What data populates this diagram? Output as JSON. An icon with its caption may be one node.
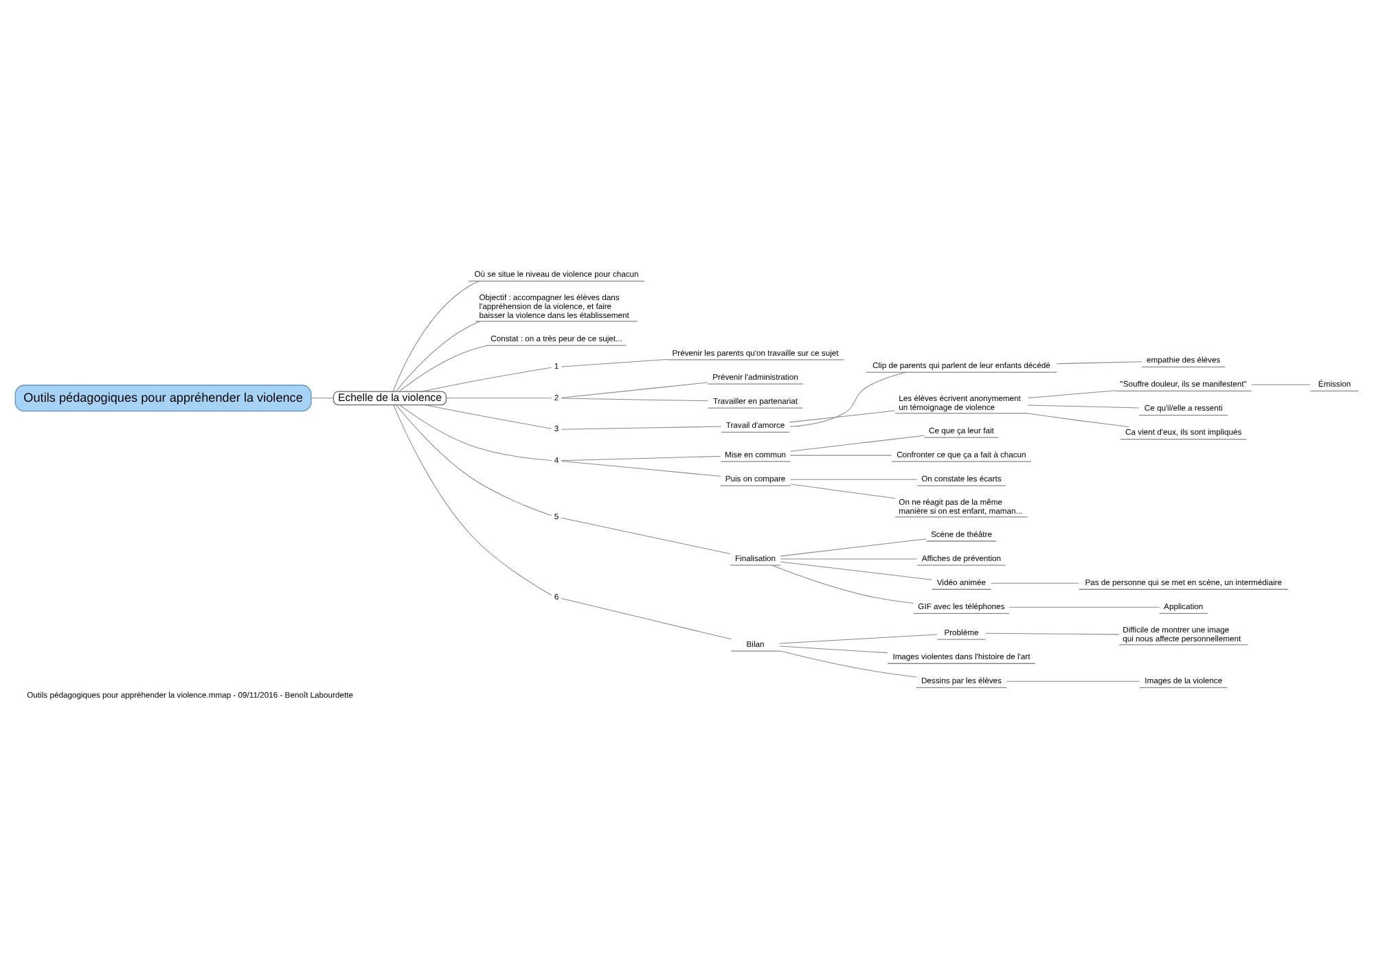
{
  "diagram": {
    "caption": "Outils pédagogiques pour appréhender la violence.mmap - 09/11/2016 - Benoît Labourdette",
    "nodes": [
      {
        "text": [
          "Outils pédagogiques pour appréhender la violence"
        ]
      },
      {
        "text": [
          "Echelle de la violence"
        ]
      },
      {
        "text": [
          "Où se situe le niveau de violence pour chacun"
        ]
      },
      {
        "text": [
          "Objectif : accompagner les élèves dans l'appréhension de la violence, et faire baisser la violence dans les établissement"
        ]
      },
      {
        "text": [
          "Constat : on a très peur de ce sujet..."
        ]
      },
      {
        "text": [
          "1"
        ]
      },
      {
        "text": [
          "Prévenir les parents qu'on travaille sur ce sujet"
        ]
      },
      {
        "text": [
          "2"
        ]
      },
      {
        "text": [
          "Prévenir l'administration"
        ]
      },
      {
        "text": [
          "Travailler en partenariat"
        ]
      },
      {
        "text": [
          "3"
        ]
      },
      {
        "text": [
          "Travail d'amorce"
        ]
      },
      {
        "text": [
          "Clip de parents qui parlent de leur enfants décédé"
        ]
      },
      {
        "text": [
          "empathie des élèves"
        ]
      },
      {
        "text": [
          "Les élèves écrivent anonymement un témoignage de violence"
        ]
      },
      {
        "text": [
          "\"Souffre douleur, ils se manifestent\""
        ]
      },
      {
        "text": [
          "Émission"
        ]
      },
      {
        "text": [
          "Ce qu'il/elle a ressenti"
        ]
      },
      {
        "text": [
          "Ca vient d'eux, ils sont impliqués"
        ]
      },
      {
        "text": [
          "4"
        ]
      },
      {
        "text": [
          "Mise en commun"
        ]
      },
      {
        "text": [
          "Ce que ça leur fait"
        ]
      },
      {
        "text": [
          "Confronter ce que ça a fait à chacun"
        ]
      },
      {
        "text": [
          "Puis on compare"
        ]
      },
      {
        "text": [
          "On constate les écarts"
        ]
      },
      {
        "text": [
          "On ne réagit pas de la même manière si on est enfant, maman..."
        ]
      },
      {
        "text": [
          "5"
        ]
      },
      {
        "text": [
          "Finalisation"
        ]
      },
      {
        "text": [
          "Scène de théâtre"
        ]
      },
      {
        "text": [
          "Affiches de prévention"
        ]
      },
      {
        "text": [
          "Vidéo animée"
        ]
      },
      {
        "text": [
          "Pas de personne qui se met en scène, un intermédiaire"
        ]
      },
      {
        "text": [
          "GIF avec les téléphones"
        ]
      },
      {
        "text": [
          "Application"
        ]
      },
      {
        "text": [
          "6"
        ]
      },
      {
        "text": [
          "Bilan"
        ]
      },
      {
        "text": [
          "Problème"
        ]
      },
      {
        "text": [
          "Difficile de montrer une image qui nous affecte personnellement"
        ]
      },
      {
        "text": [
          "Images violentes dans l'histoire de l'art"
        ]
      },
      {
        "text": [
          "Dessins par les élèves"
        ]
      },
      {
        "text": [
          "Images de la violence"
        ]
      }
    ],
    "edges": [
      {
        "from": 0,
        "to": 1,
        "arrow": "none"
      },
      {
        "from": 1,
        "to": 2,
        "arrow": "none"
      },
      {
        "from": 1,
        "to": 3,
        "arrow": "none"
      },
      {
        "from": 1,
        "to": 4,
        "arrow": "none"
      },
      {
        "from": 1,
        "to": 5,
        "arrow": "none"
      },
      {
        "from": 5,
        "to": 6,
        "arrow": "none"
      },
      {
        "from": 1,
        "to": 7,
        "arrow": "none"
      },
      {
        "from": 7,
        "to": 8,
        "arrow": "none"
      },
      {
        "from": 7,
        "to": 9,
        "arrow": "none"
      },
      {
        "from": 1,
        "to": 10,
        "arrow": "none"
      },
      {
        "from": 10,
        "to": 11,
        "arrow": "none"
      },
      {
        "from": 11,
        "to": 12,
        "arrow": "none"
      },
      {
        "from": 12,
        "to": 13,
        "arrow": "none"
      },
      {
        "from": 11,
        "to": 14,
        "arrow": "none"
      },
      {
        "from": 14,
        "to": 15,
        "arrow": "none"
      },
      {
        "from": 15,
        "to": 16,
        "arrow": "none"
      },
      {
        "from": 14,
        "to": 17,
        "arrow": "none"
      },
      {
        "from": 14,
        "to": 18,
        "arrow": "none"
      },
      {
        "from": 1,
        "to": 19,
        "arrow": "none"
      },
      {
        "from": 19,
        "to": 20,
        "arrow": "none"
      },
      {
        "from": 20,
        "to": 21,
        "arrow": "none"
      },
      {
        "from": 20,
        "to": 22,
        "arrow": "none"
      },
      {
        "from": 19,
        "to": 23,
        "arrow": "none"
      },
      {
        "from": 23,
        "to": 24,
        "arrow": "none"
      },
      {
        "from": 23,
        "to": 25,
        "arrow": "none"
      },
      {
        "from": 1,
        "to": 26,
        "arrow": "none"
      },
      {
        "from": 26,
        "to": 27,
        "arrow": "none"
      },
      {
        "from": 27,
        "to": 28,
        "arrow": "none"
      },
      {
        "from": 27,
        "to": 29,
        "arrow": "none"
      },
      {
        "from": 27,
        "to": 30,
        "arrow": "none"
      },
      {
        "from": 30,
        "to": 31,
        "arrow": "none"
      },
      {
        "from": 27,
        "to": 32,
        "arrow": "none"
      },
      {
        "from": 32,
        "to": 33,
        "arrow": "none"
      },
      {
        "from": 1,
        "to": 34,
        "arrow": "none"
      },
      {
        "from": 34,
        "to": 35,
        "arrow": "none"
      },
      {
        "from": 35,
        "to": 36,
        "arrow": "none"
      },
      {
        "from": 36,
        "to": 37,
        "arrow": "none"
      },
      {
        "from": 35,
        "to": 38,
        "arrow": "none"
      },
      {
        "from": 35,
        "to": 39,
        "arrow": "none"
      },
      {
        "from": 39,
        "to": 40,
        "arrow": "none"
      }
    ]
  }
}
